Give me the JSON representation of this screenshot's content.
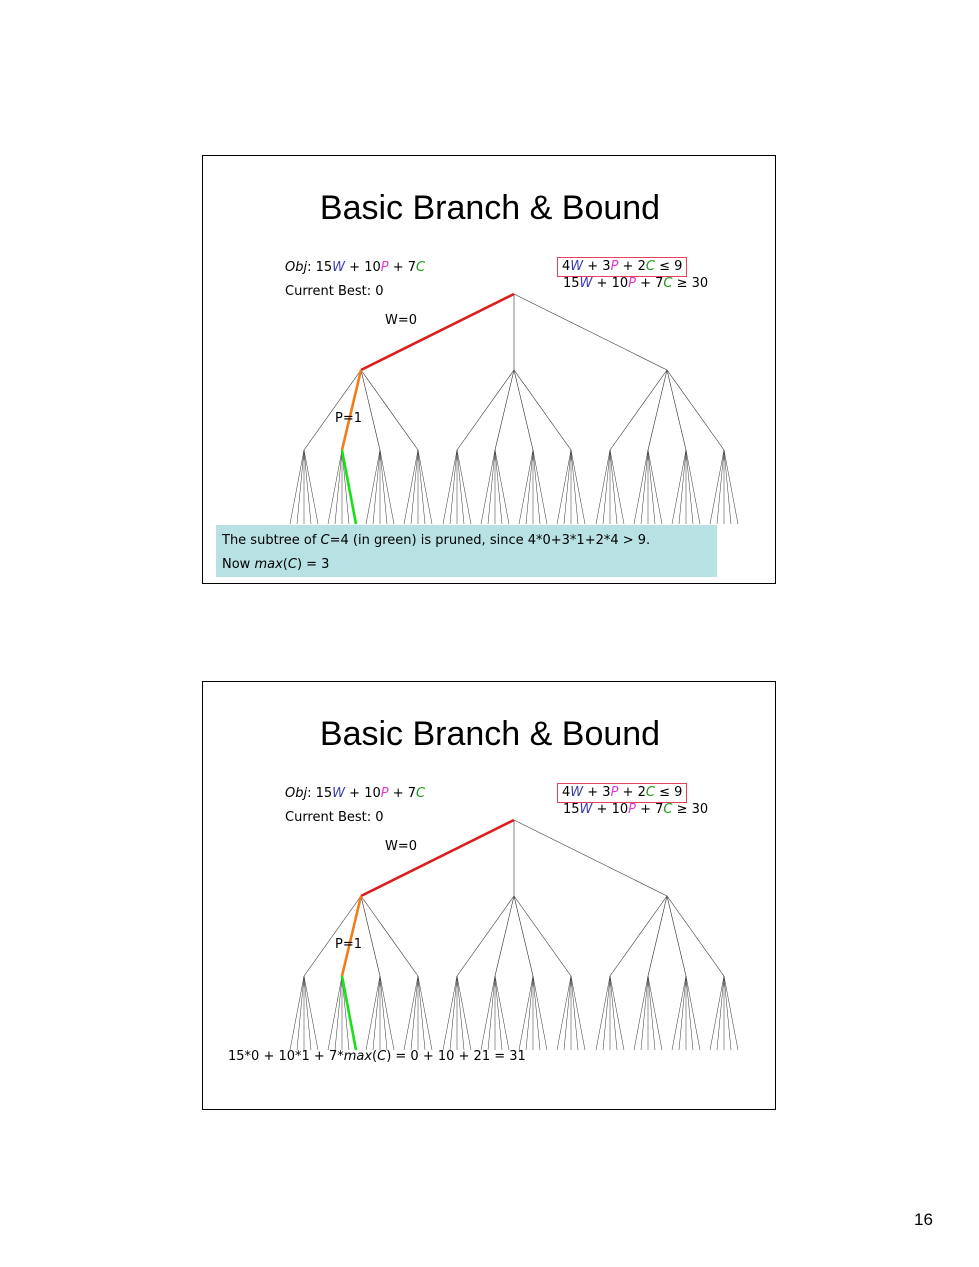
{
  "slides": [
    {
      "title": "Basic Branch & Bound",
      "objective": {
        "label": "Obj",
        "parts": [
          ": 15",
          "W",
          " + 10",
          "P",
          " + 7",
          "C"
        ]
      },
      "current_best": "Current Best: 0",
      "constraint1": [
        "4",
        "W",
        " + 3",
        "P",
        " + 2",
        "C",
        " ≤ 9"
      ],
      "constraint2": [
        "15",
        "W",
        " + 10",
        "P",
        " + 7",
        "C",
        " ≥ 30"
      ],
      "label_w": "W=0",
      "label_p": "P=1",
      "note_line1": [
        "The subtree of ",
        "C",
        "=4 (in green) is pruned, since 4*0+3*1+2*4 > 9."
      ],
      "note_line2": [
        "Now ",
        "max",
        "(",
        "C",
        ") = 3"
      ]
    },
    {
      "title": "Basic Branch & Bound",
      "objective": {
        "label": "Obj",
        "parts": [
          ": 15",
          "W",
          " + 10",
          "P",
          " + 7",
          "C"
        ]
      },
      "current_best": "Current Best: 0",
      "constraint1": [
        "4",
        "W",
        " + 3",
        "P",
        " + 2",
        "C",
        " ≤ 9"
      ],
      "constraint2": [
        "15",
        "W",
        " + 10",
        "P",
        " + 7",
        "C",
        " ≥ 30"
      ],
      "label_w": "W=0",
      "label_p": "P=1",
      "calc": [
        "15*0 + 10*1 + 7*",
        "max",
        "(",
        "C",
        ") = 0 + 10 + 21 = 31"
      ]
    }
  ],
  "page_number": "16",
  "colors": {
    "w_var": "#3b3bb0",
    "p_var": "#e23ad6",
    "c_var": "#1e9a1e",
    "path_w": "#e01b1b",
    "path_p": "#f07d1a",
    "path_c": "#19e019",
    "note_bg": "#b8e1e4",
    "constraint_box": "#e5405c"
  }
}
